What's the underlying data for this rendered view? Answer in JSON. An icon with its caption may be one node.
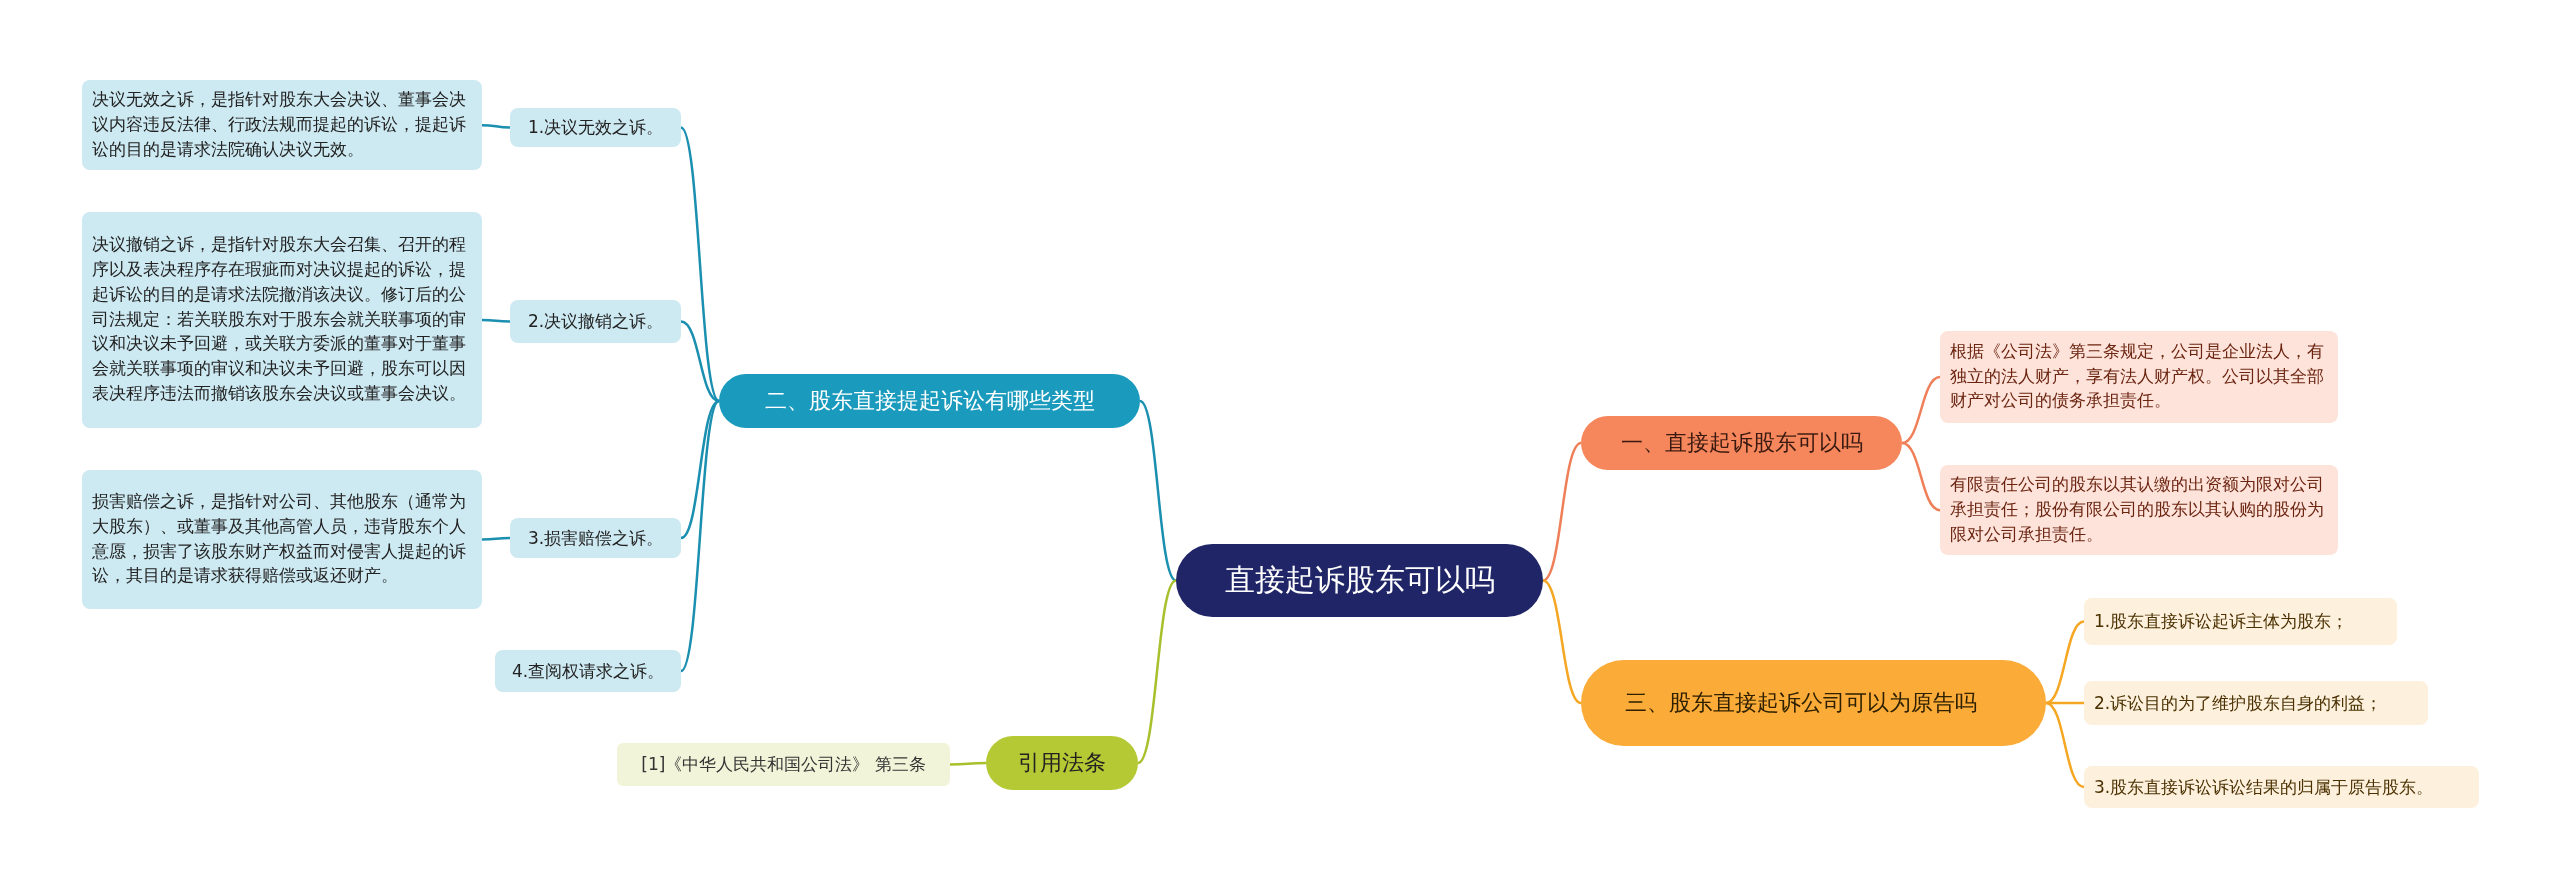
{
  "diagram": {
    "nodes": [
      {
        "text": [
          "直接起诉股东可以吗"
        ]
      },
      {
        "text": [
          "一、直接起诉股东可以吗"
        ]
      },
      {
        "text": [
          "根据《公司法》第三条规定，公司是企业法人，有独立的法人财产，享有法人财产权。公司以其全部财产对公司的债务承担责任。"
        ]
      },
      {
        "text": [
          "有限责任公司的股东以其认缴的出资额为限对公司承担责任；股份有限公司的股东以其认购的股份为限对公司承担责任。"
        ]
      },
      {
        "text": [
          "三、股东直接起诉公司可以为原告吗"
        ]
      },
      {
        "text": [
          "1.股东直接诉讼起诉主体为股东；"
        ]
      },
      {
        "text": [
          "2.诉讼目的为了维护股东自身的利益；"
        ]
      },
      {
        "text": [
          "3.股东直接诉讼诉讼结果的归属于原告股东。"
        ]
      },
      {
        "text": [
          "二、股东直接提起诉讼有哪些类型"
        ]
      },
      {
        "text": [
          "1.决议无效之诉。"
        ]
      },
      {
        "text": [
          "决议无效之诉，是指针对股东大会决议、董事会决议内容违反法律、行政法规而提起的诉讼，提起诉讼的目的是请求法院确认决议无效。"
        ]
      },
      {
        "text": [
          "2.决议撤销之诉。"
        ]
      },
      {
        "text": [
          "决议撤销之诉，是指针对股东大会召集、召开的程序以及表决程序存在瑕疵而对决议提起的诉讼，提起诉讼的目的是请求法院撤消该决议。修订后的公司法规定：若关联股东对于股东会就关联事项的审议和决议未予回避，或关联方委派的董事对于董事会就关联事项的审议和决议未予回避，股东可以因表决程序违法而撤销该股东会决议或董事会决议。"
        ]
      },
      {
        "text": [
          "3.损害赔偿之诉。"
        ]
      },
      {
        "text": [
          "损害赔偿之诉，是指针对公司、其他股东（通常为大股东）、或董事及其他高管人员，违背股东个人意愿，损害了该股东财产权益而对侵害人提起的诉讼，其目的是请求获得赔偿或返还财产。"
        ]
      },
      {
        "text": [
          "4.查阅权请求之诉。"
        ]
      },
      {
        "text": [
          "引用法条"
        ]
      },
      {
        "text": [
          "[1]《中华人民共和国公司法》 第三条"
        ]
      }
    ],
    "edges": [
      {
        "from": 0,
        "to": 1,
        "arrow": "none",
        "color": "#ef7f58"
      },
      {
        "from": 1,
        "to": 2,
        "arrow": "none",
        "color": "#ef7f58"
      },
      {
        "from": 1,
        "to": 3,
        "arrow": "none",
        "color": "#ef7f58"
      },
      {
        "from": 0,
        "to": 4,
        "arrow": "none",
        "color": "#f5a623"
      },
      {
        "from": 4,
        "to": 5,
        "arrow": "none",
        "color": "#f5a623"
      },
      {
        "from": 4,
        "to": 6,
        "arrow": "none",
        "color": "#f5a623"
      },
      {
        "from": 4,
        "to": 7,
        "arrow": "none",
        "color": "#f5a623"
      },
      {
        "from": 0,
        "to": 8,
        "arrow": "none"
      },
      {
        "from": 8,
        "to": 9,
        "arrow": "none"
      },
      {
        "from": 9,
        "to": 10,
        "arrow": "none"
      },
      {
        "from": 8,
        "to": 11,
        "arrow": "none"
      },
      {
        "from": 11,
        "to": 12,
        "arrow": "none"
      },
      {
        "from": 8,
        "to": 13,
        "arrow": "none"
      },
      {
        "from": 13,
        "to": 14,
        "arrow": "none"
      },
      {
        "from": 8,
        "to": 15,
        "arrow": "none"
      },
      {
        "from": 0,
        "to": 16,
        "arrow": "none",
        "color": "#a9bf2c"
      },
      {
        "from": 16,
        "to": 17,
        "arrow": "none",
        "color": "#a9bf2c"
      }
    ]
  }
}
